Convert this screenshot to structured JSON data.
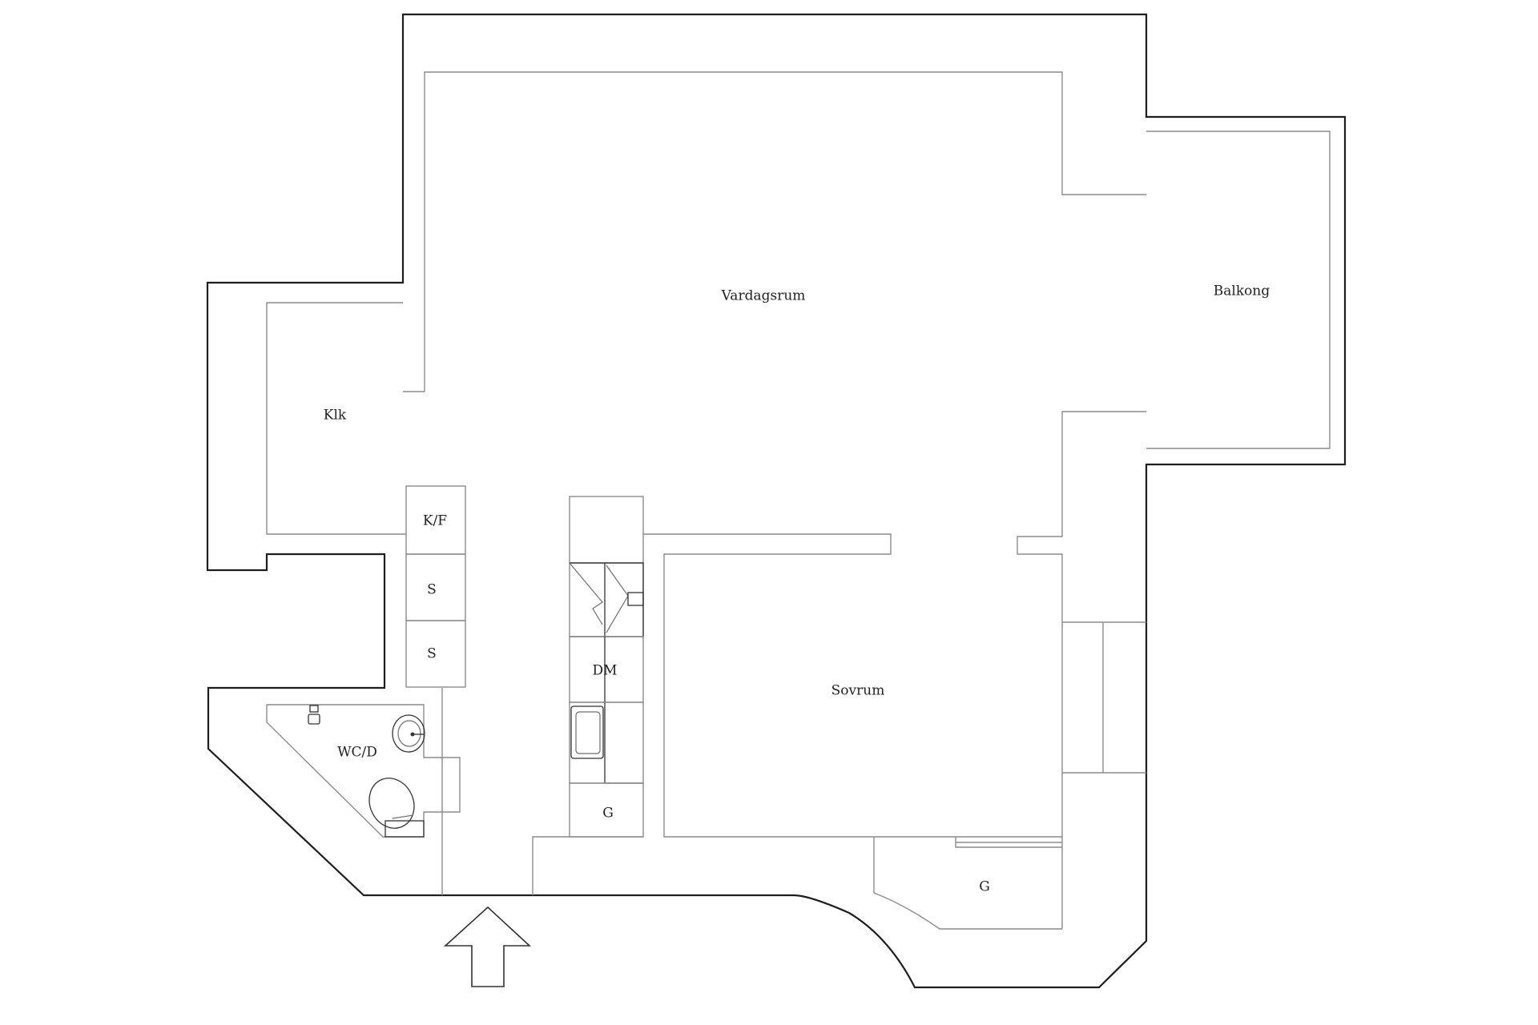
{
  "rooms": {
    "living_room": "Vardagsrum",
    "balcony": "Balkong",
    "kitchen": "Klk",
    "fridge_freezer": "K/F",
    "cabinet_1": "S",
    "cabinet_2": "S",
    "dishwasher": "DM",
    "bathroom": "WC/D",
    "bedroom": "Sovrum",
    "wardrobe_hall": "G",
    "wardrobe_bedroom": "G"
  },
  "icons": {
    "entrance": "entrance-arrow-icon",
    "toilet": "toilet-icon",
    "sink": "sink-icon",
    "shower": "shower-tap-icon",
    "stove": "stove-icon",
    "kitchen_sink": "kitchen-sink-icon"
  },
  "colors": {
    "outer_wall": "#1e1e1e",
    "inner_wall": "#8c8c8c",
    "background": "#ffffff"
  }
}
